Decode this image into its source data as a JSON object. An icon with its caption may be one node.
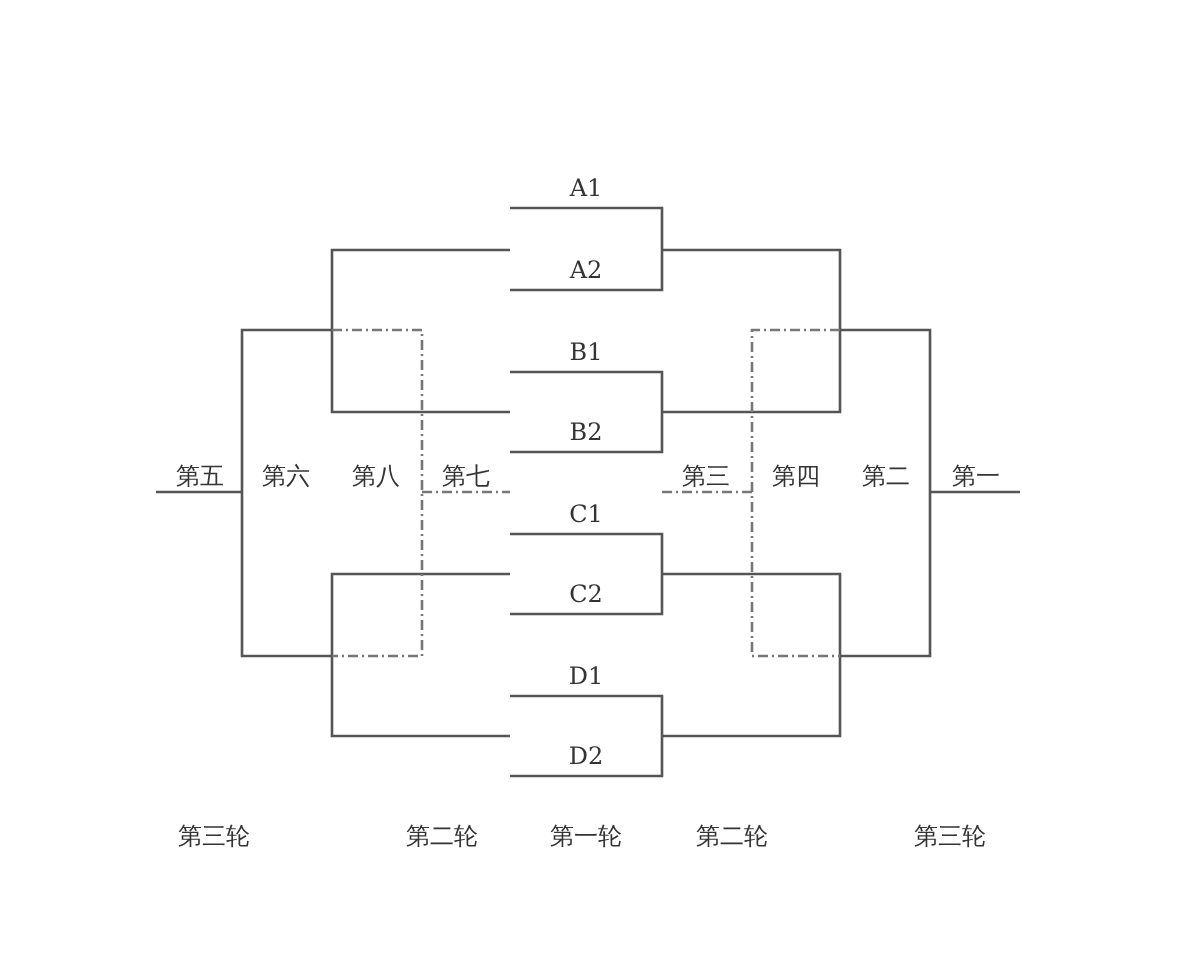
{
  "diagram": {
    "labels": [
      "A1",
      "A2",
      "B1",
      "B2",
      "第五",
      "第六",
      "第八",
      "第七",
      "第三",
      "第四",
      "第二",
      "第一",
      "C1",
      "C2",
      "D1",
      "D2",
      "第三轮",
      "第二轮",
      "第一轮",
      "第二轮",
      "第三轮"
    ]
  }
}
